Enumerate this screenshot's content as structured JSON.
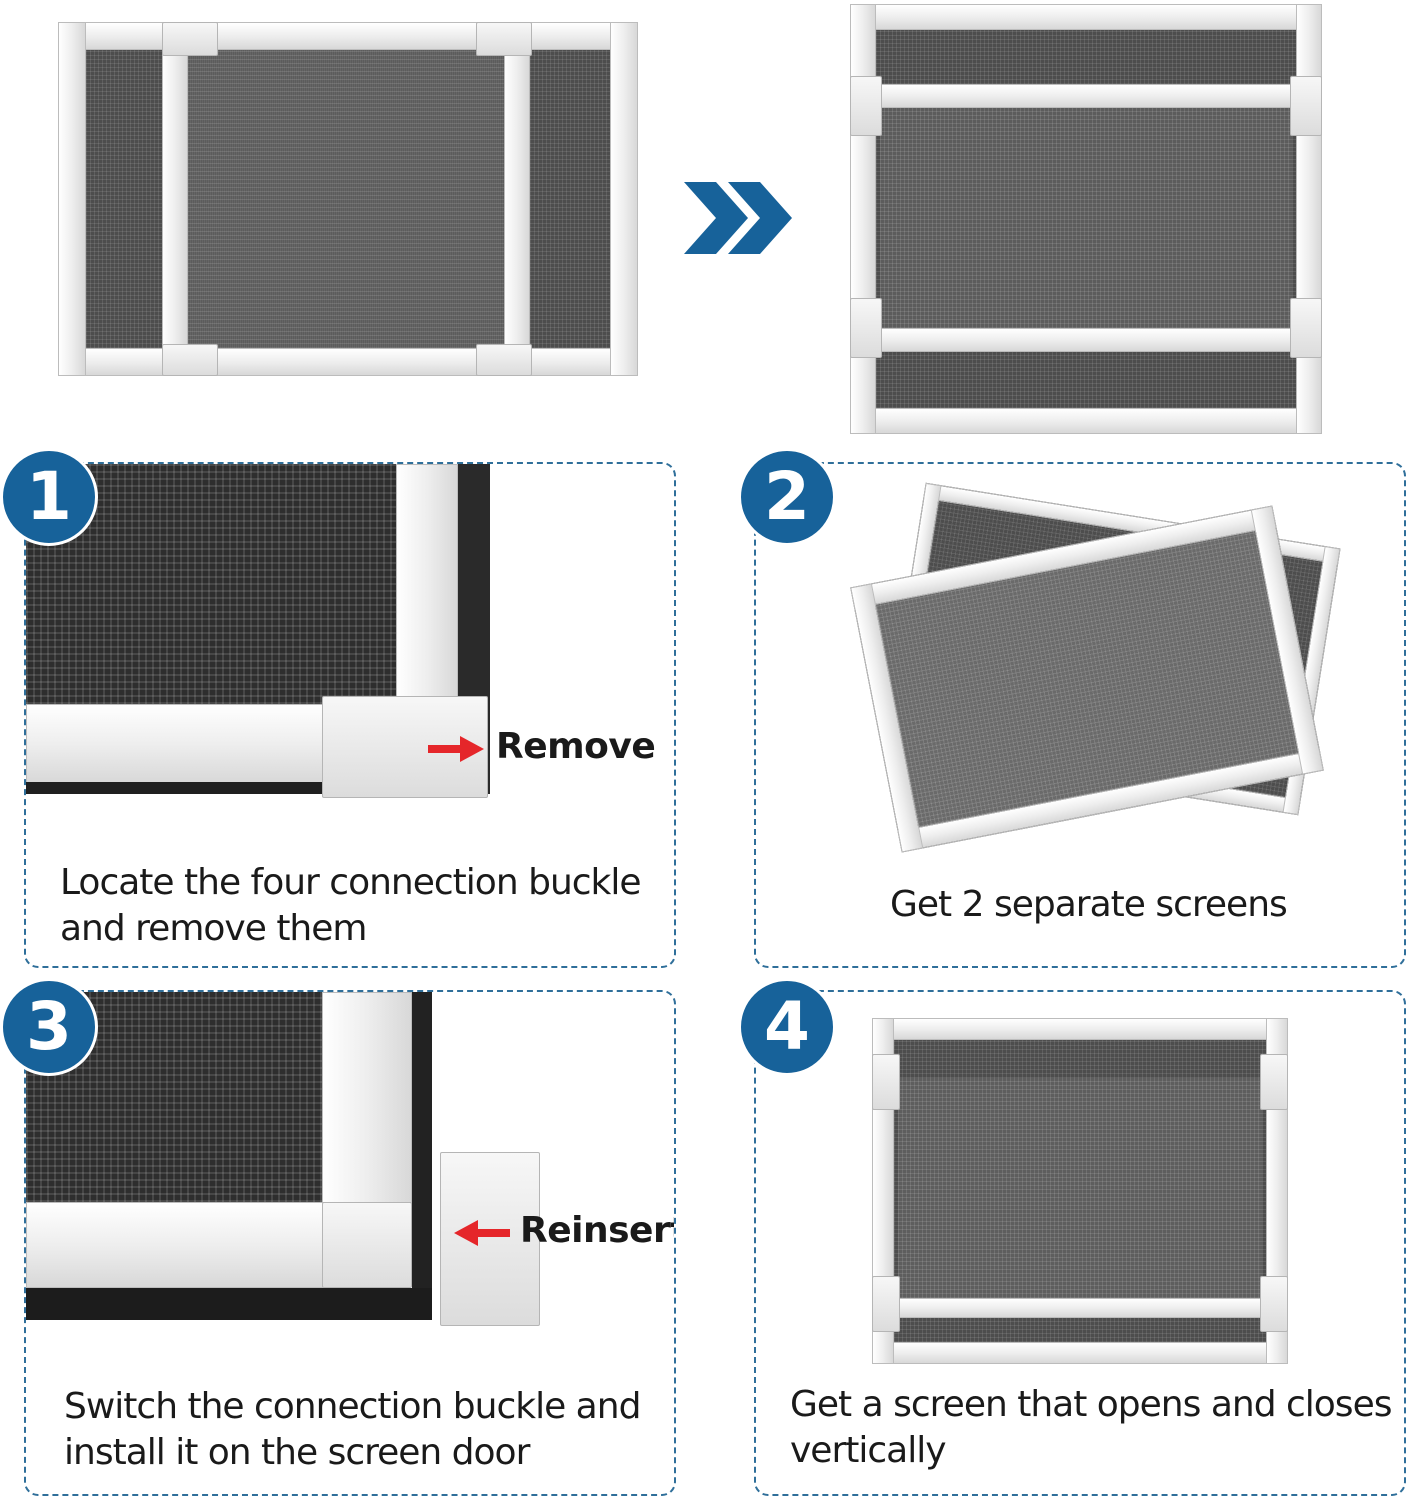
{
  "colors": {
    "accent": "#17629a",
    "arrow_red": "#e5262a",
    "panel_border": "#2f6f9a"
  },
  "icons": {
    "transition": "double-chevron-right-icon",
    "callout": "red-arrow-icon"
  },
  "steps": [
    {
      "number": "1",
      "callout": "Remove",
      "caption_line1": "Locate the four connection buckle",
      "caption_line2": "and remove them"
    },
    {
      "number": "2",
      "caption_line1": "Get 2 separate screens"
    },
    {
      "number": "3",
      "callout": "Reinsert",
      "caption_line1": "Switch the connection buckle and",
      "caption_line2": "install it on the screen door"
    },
    {
      "number": "4",
      "caption_line1": "Get a screen that opens and closes",
      "caption_line2": "vertically"
    }
  ]
}
